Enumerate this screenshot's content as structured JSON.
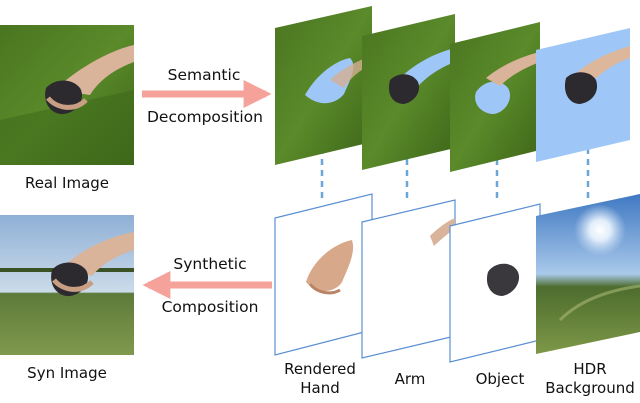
{
  "labels": {
    "real_image": "Real Image",
    "syn_image": "Syn Image",
    "arrow_top_line1": "Semantic",
    "arrow_top_line2": "Decomposition",
    "arrow_bottom_line1": "Synthetic",
    "arrow_bottom_line2": "Composition",
    "rendered_hand_line1": "Rendered",
    "rendered_hand_line2": "Hand",
    "arm": "Arm",
    "object": "Object",
    "hdr_line1": "HDR",
    "hdr_line2": "Background"
  },
  "colors": {
    "arrow": "#f4a29a",
    "dashed_link": "#6aa6d8",
    "green_screen": "#4f7a24",
    "mask_blue": "#9ec7f7",
    "layer_border": "#5b8fd1"
  }
}
